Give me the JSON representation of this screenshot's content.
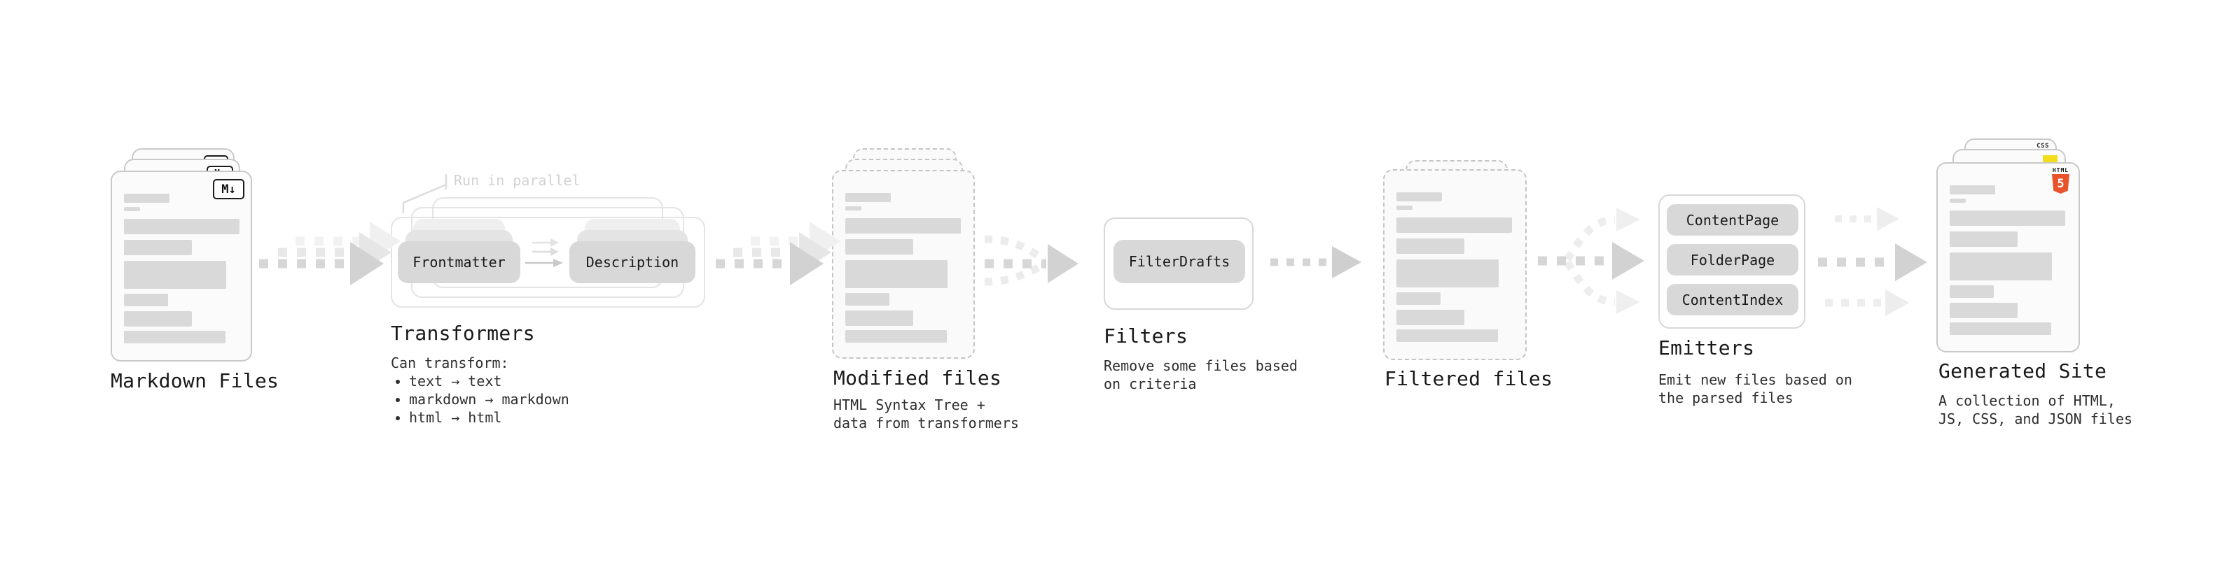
{
  "diagram": {
    "markdown_files": {
      "label": "Markdown Files",
      "badge": "M↓"
    },
    "transformers": {
      "title": "Transformers",
      "note": "Run in parallel",
      "pill_left": "Frontmatter",
      "pill_right": "Description",
      "desc_heading": "Can transform:",
      "bullets": [
        "text → text",
        "markdown → markdown",
        "html → html"
      ]
    },
    "modified_files": {
      "label": "Modified files",
      "desc_lines": [
        "HTML Syntax Tree +",
        "data from transformers"
      ]
    },
    "filters": {
      "title": "Filters",
      "pill": "FilterDrafts",
      "desc_lines": [
        "Remove some files based",
        "on criteria"
      ]
    },
    "filtered_files": {
      "label": "Filtered files"
    },
    "emitters": {
      "title": "Emitters",
      "pills": [
        "ContentPage",
        "FolderPage",
        "ContentIndex"
      ],
      "desc_lines": [
        "Emit new files based on",
        "the parsed files"
      ]
    },
    "generated_site": {
      "label": "Generated Site",
      "desc_lines": [
        "A collection of HTML,",
        "JS, CSS, and JSON files"
      ],
      "badges": {
        "css_label": "CSS",
        "html_label": "HTML",
        "html5_numeral": "5"
      }
    },
    "colors": {
      "html5_orange": "#e8532c",
      "js_yellow": "#f3dd1a",
      "css_blue": "#2d62ed",
      "bar_gray": "#d9d9d9",
      "pill_gray": "#d8d8d8"
    }
  }
}
